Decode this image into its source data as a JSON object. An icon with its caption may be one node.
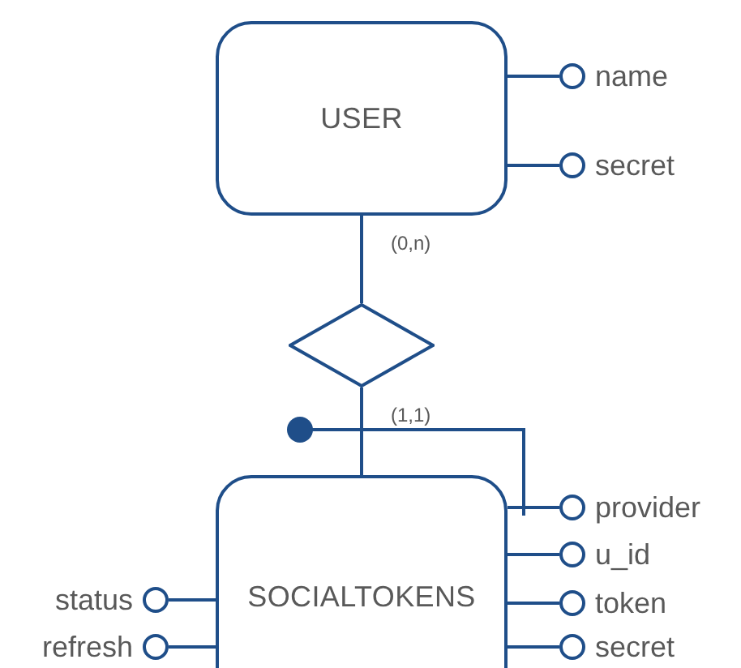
{
  "diagram": {
    "nodes": [
      {
        "text": [
          "USER"
        ]
      },
      {
        "text": [],
        "shape": "diamond"
      },
      {
        "text": [
          "SOCIALTOKENS"
        ]
      },
      {
        "text": [
          "name"
        ]
      },
      {
        "text": [
          "secret"
        ]
      },
      {
        "text": [
          "provider"
        ]
      },
      {
        "text": [
          "u_id"
        ]
      },
      {
        "text": [
          "token"
        ]
      },
      {
        "text": [
          "secret"
        ]
      },
      {
        "text": [
          "status"
        ]
      },
      {
        "text": [
          "refresh"
        ]
      }
    ],
    "edges": [
      {
        "from": 0,
        "to": 1,
        "arrow": "none",
        "label": "(0,n)"
      },
      {
        "from": 1,
        "to": 2,
        "arrow": "none",
        "label": "(1,1)"
      },
      {
        "from": 0,
        "to": 3,
        "arrow": "none"
      },
      {
        "from": 0,
        "to": 4,
        "arrow": "none"
      },
      {
        "from": 2,
        "to": 5,
        "arrow": "none"
      },
      {
        "from": 2,
        "to": 6,
        "arrow": "none"
      },
      {
        "from": 2,
        "to": 7,
        "arrow": "none"
      },
      {
        "from": 2,
        "to": 8,
        "arrow": "none"
      },
      {
        "from": 2,
        "to": 9,
        "arrow": "none"
      },
      {
        "from": 2,
        "to": 10,
        "arrow": "none"
      }
    ]
  }
}
